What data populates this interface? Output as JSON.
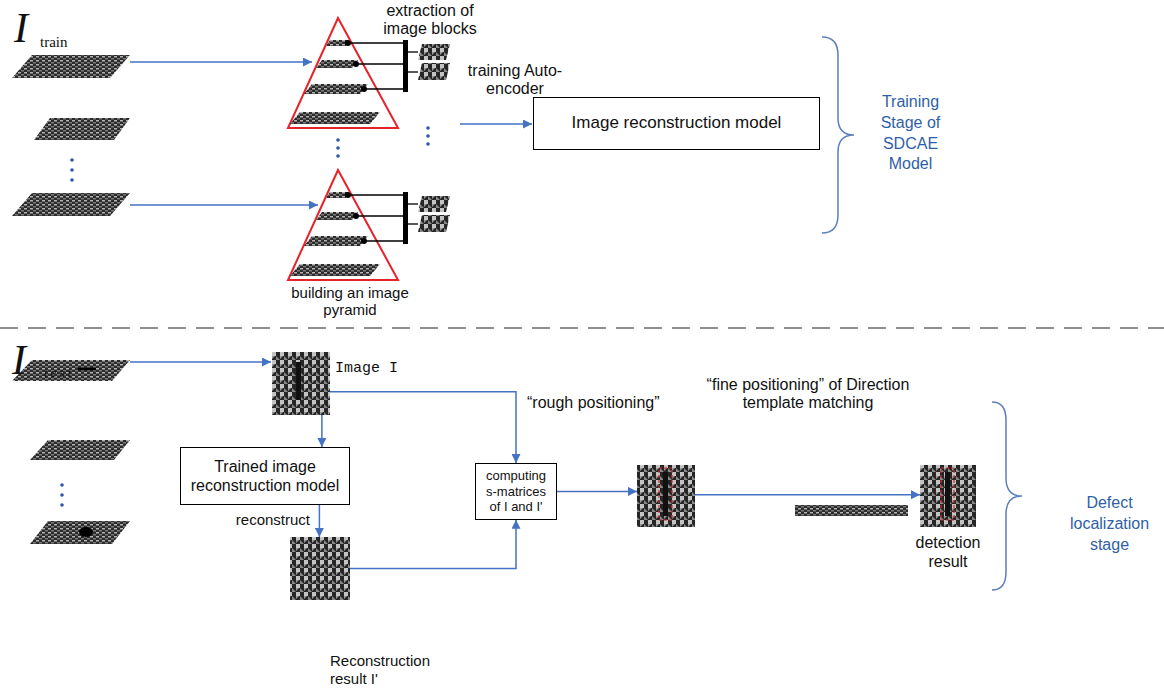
{
  "diagram": {
    "nodes": [
      {
        "text": [
          "Image reconstruction model"
        ]
      },
      {
        "text": [
          "Image I"
        ]
      },
      {
        "text": [
          "Trained image reconstruction model"
        ]
      },
      {
        "text": [
          "Reconstruction result I'"
        ]
      },
      {
        "text": [
          "computing s-matrices of I and I'"
        ]
      },
      {
        "text": [
          "“rough positioning”"
        ]
      },
      {
        "text": [
          "detection result"
        ]
      }
    ],
    "edges": [
      {
        "from": 1,
        "to": 2,
        "arrow": "to"
      },
      {
        "from": 2,
        "to": 3,
        "arrow": "to",
        "label": "reconstruct"
      },
      {
        "from": 1,
        "to": 4,
        "arrow": "to"
      },
      {
        "from": 3,
        "to": 4,
        "arrow": "to"
      },
      {
        "from": 4,
        "to": 5,
        "arrow": "to"
      },
      {
        "from": 5,
        "to": 6,
        "arrow": "to",
        "label": "“fine positioning” of Direction template matching"
      }
    ],
    "labels": [
      "I",
      "train",
      "extraction of image blocks",
      "building an image pyramid",
      "training Auto-encoder",
      "Training Stage of SDCAE Model",
      "I",
      "test",
      "Defect localization stage"
    ]
  }
}
